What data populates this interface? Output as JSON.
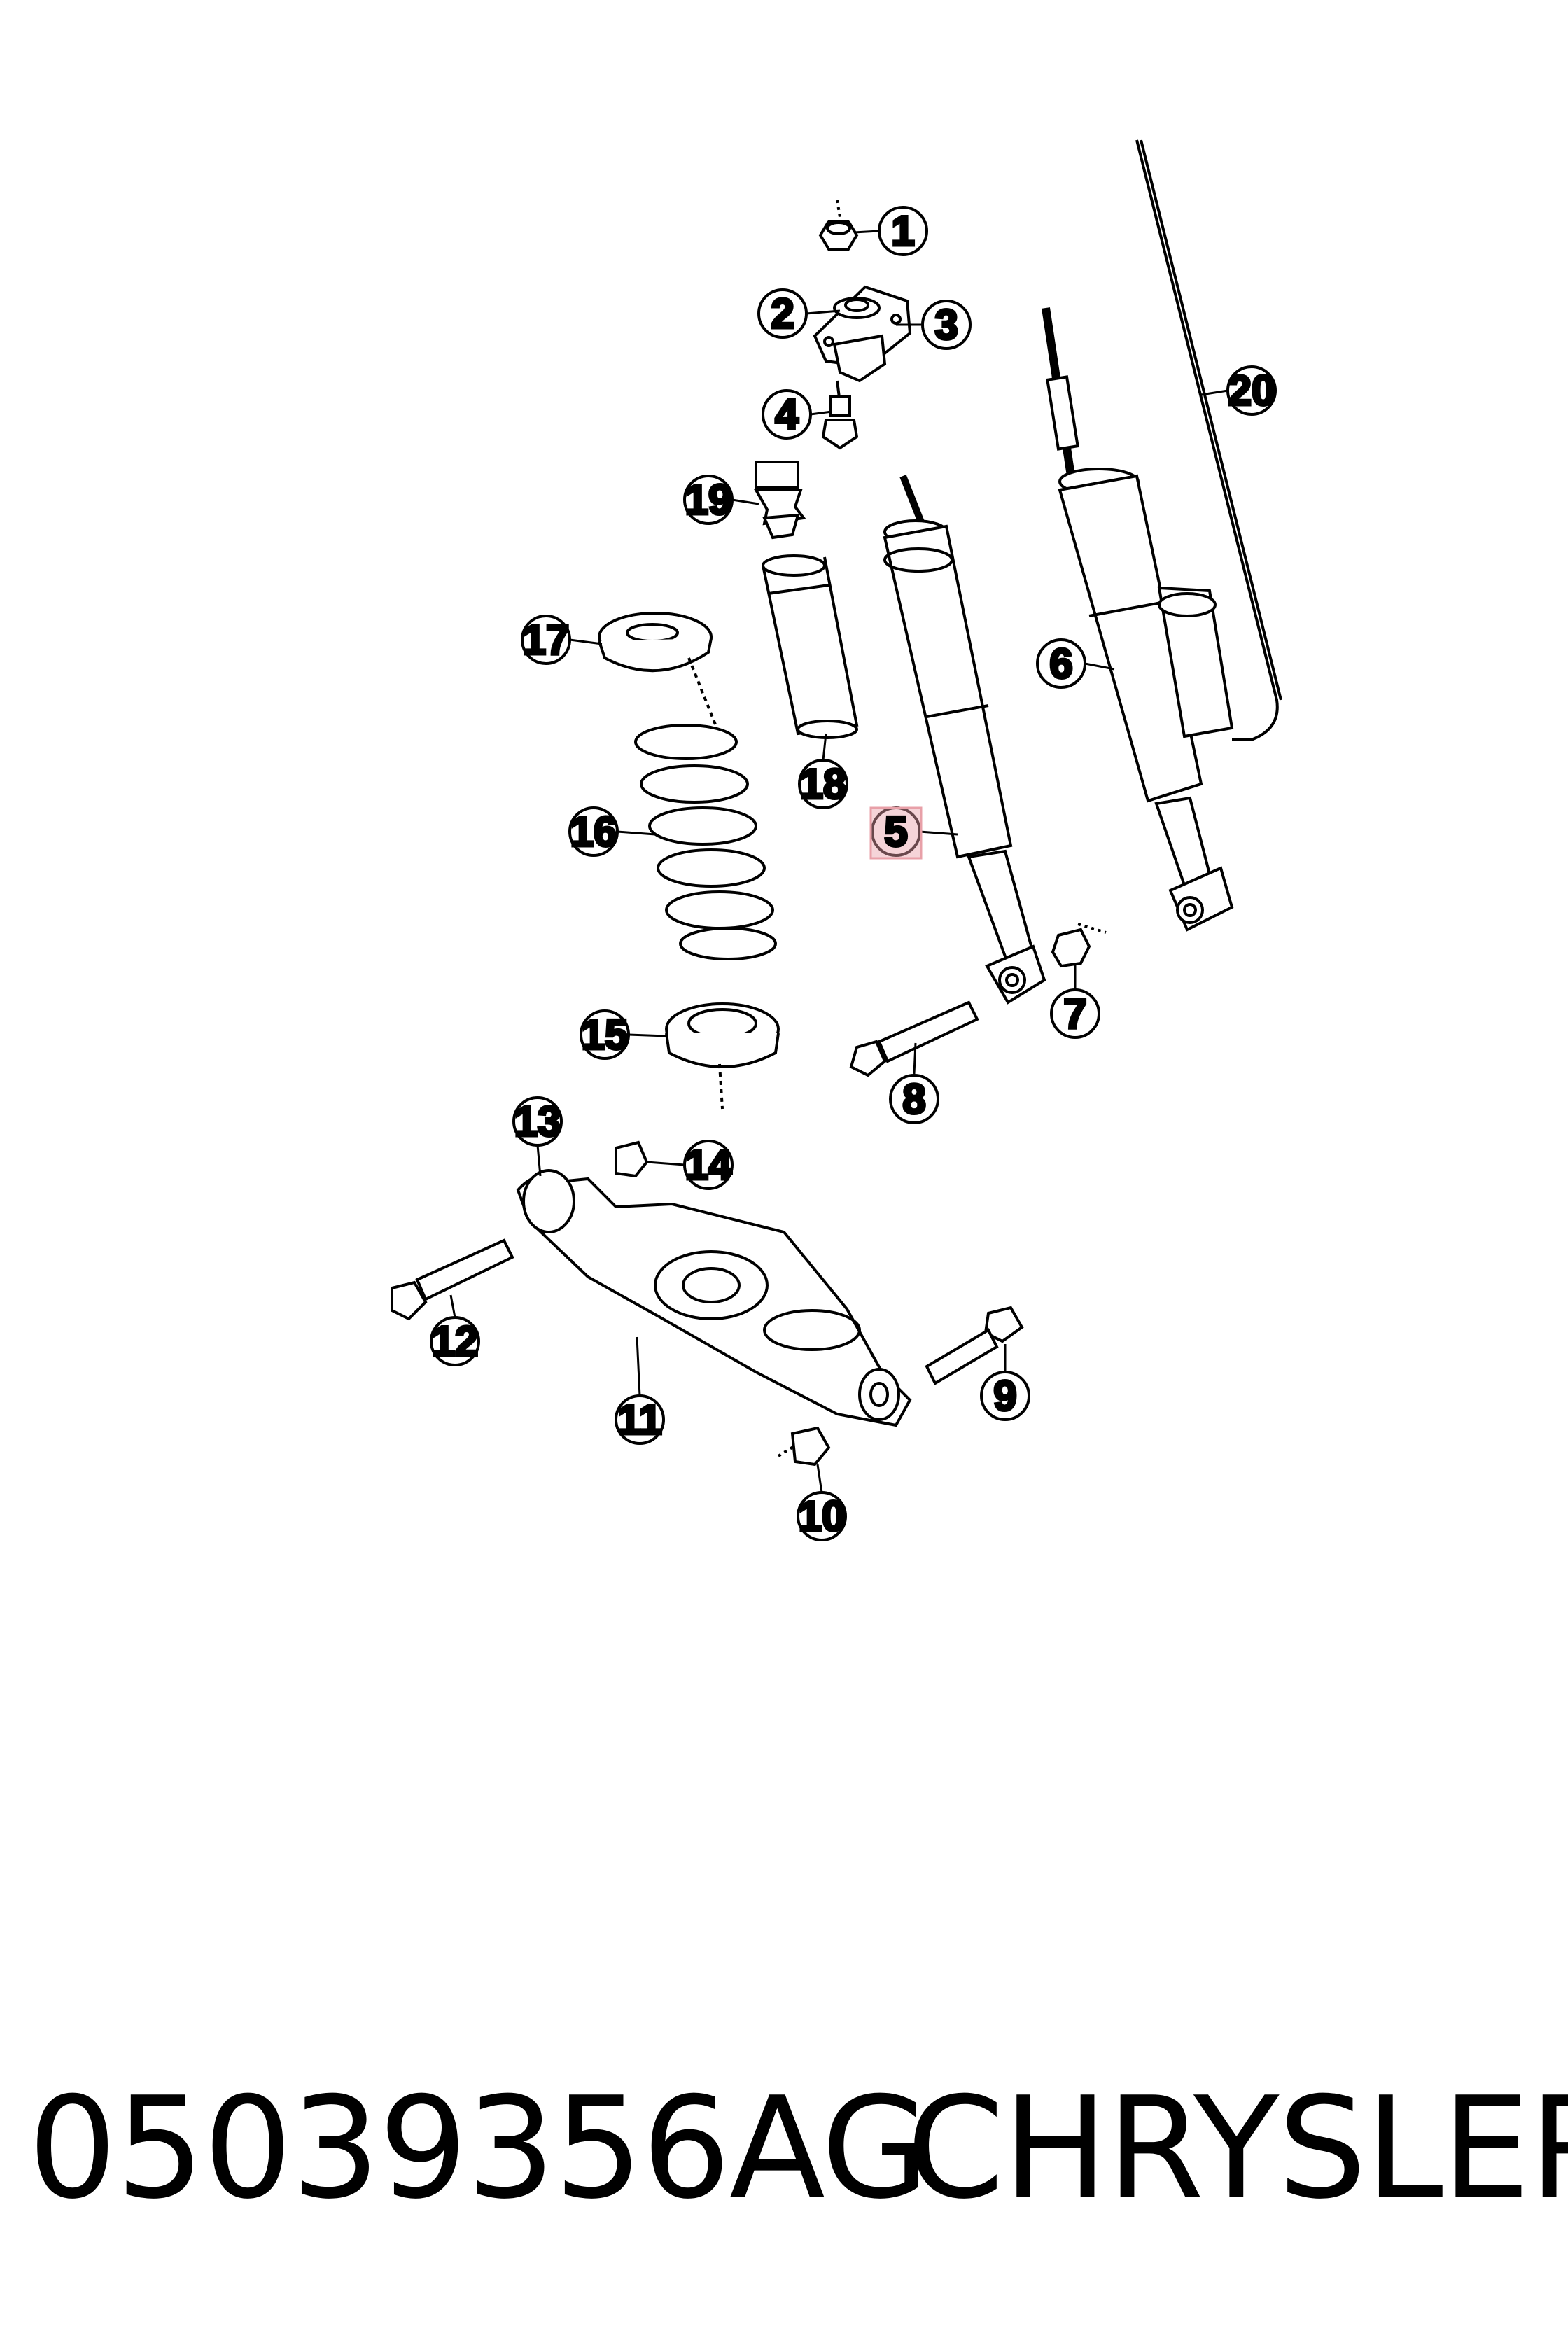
{
  "diagram": {
    "callouts": [
      "1",
      "2",
      "3",
      "4",
      "5",
      "6",
      "7",
      "8",
      "9",
      "10",
      "11",
      "12",
      "13",
      "14",
      "15",
      "16",
      "17",
      "18",
      "19",
      "20"
    ],
    "highlighted_callout": "5",
    "highlight_color": "#e8a0a8"
  },
  "caption": {
    "part_number": "05039356AG",
    "brand": "CHRYSLER"
  }
}
